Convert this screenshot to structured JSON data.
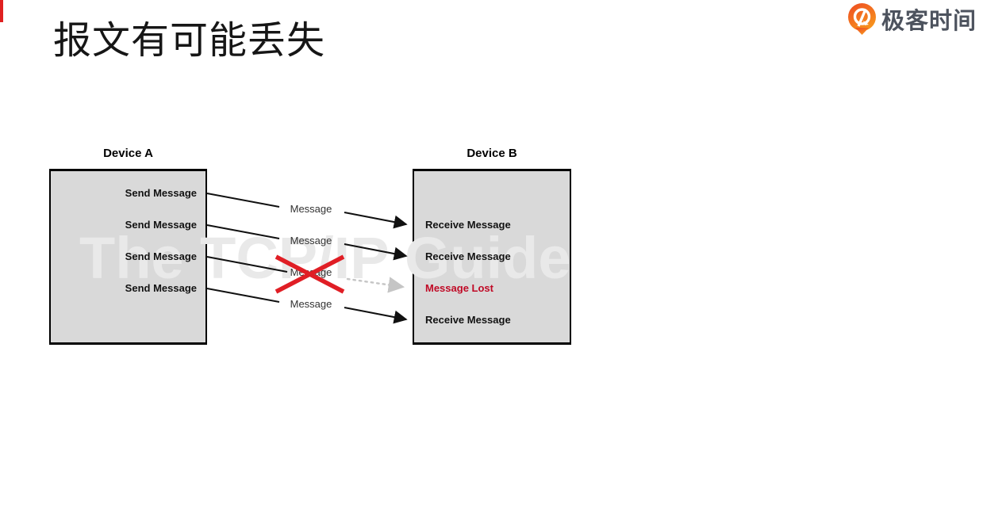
{
  "slide": {
    "title": "报文有可能丢失"
  },
  "brand": {
    "name": "极客时间",
    "icon": "geektime-logo-icon",
    "icon_colors": {
      "orange_top": "#ef4f23",
      "orange_bottom": "#f7941e",
      "glyph": "#ffffff"
    },
    "text_color": "#4d535e"
  },
  "accent_bar_color": "#e02020",
  "diagram": {
    "watermark": "The TCP/IP Guide",
    "device_a": {
      "title": "Device A",
      "events": [
        "Send Message",
        "Send Message",
        "Send Message",
        "Send Message"
      ]
    },
    "device_b": {
      "title": "Device B",
      "events": [
        {
          "label": "Receive Message",
          "status": "received"
        },
        {
          "label": "Receive Message",
          "status": "received"
        },
        {
          "label": "Message Lost",
          "status": "lost"
        },
        {
          "label": "Receive Message",
          "status": "received"
        }
      ]
    },
    "messages": [
      {
        "label": "Message",
        "lost": false
      },
      {
        "label": "Message",
        "lost": false
      },
      {
        "label": "Message",
        "lost": true
      },
      {
        "label": "Message",
        "lost": false
      }
    ],
    "colors": {
      "box_fill": "#d9d9d9",
      "box_border": "#000000",
      "arrow_black": "#1a1a1a",
      "lost_dotted_gray": "#c5c5c5",
      "lost_text_red": "#c00a26",
      "cross_red": "#e01e25",
      "watermark_gray": "#e9e9e9"
    }
  }
}
